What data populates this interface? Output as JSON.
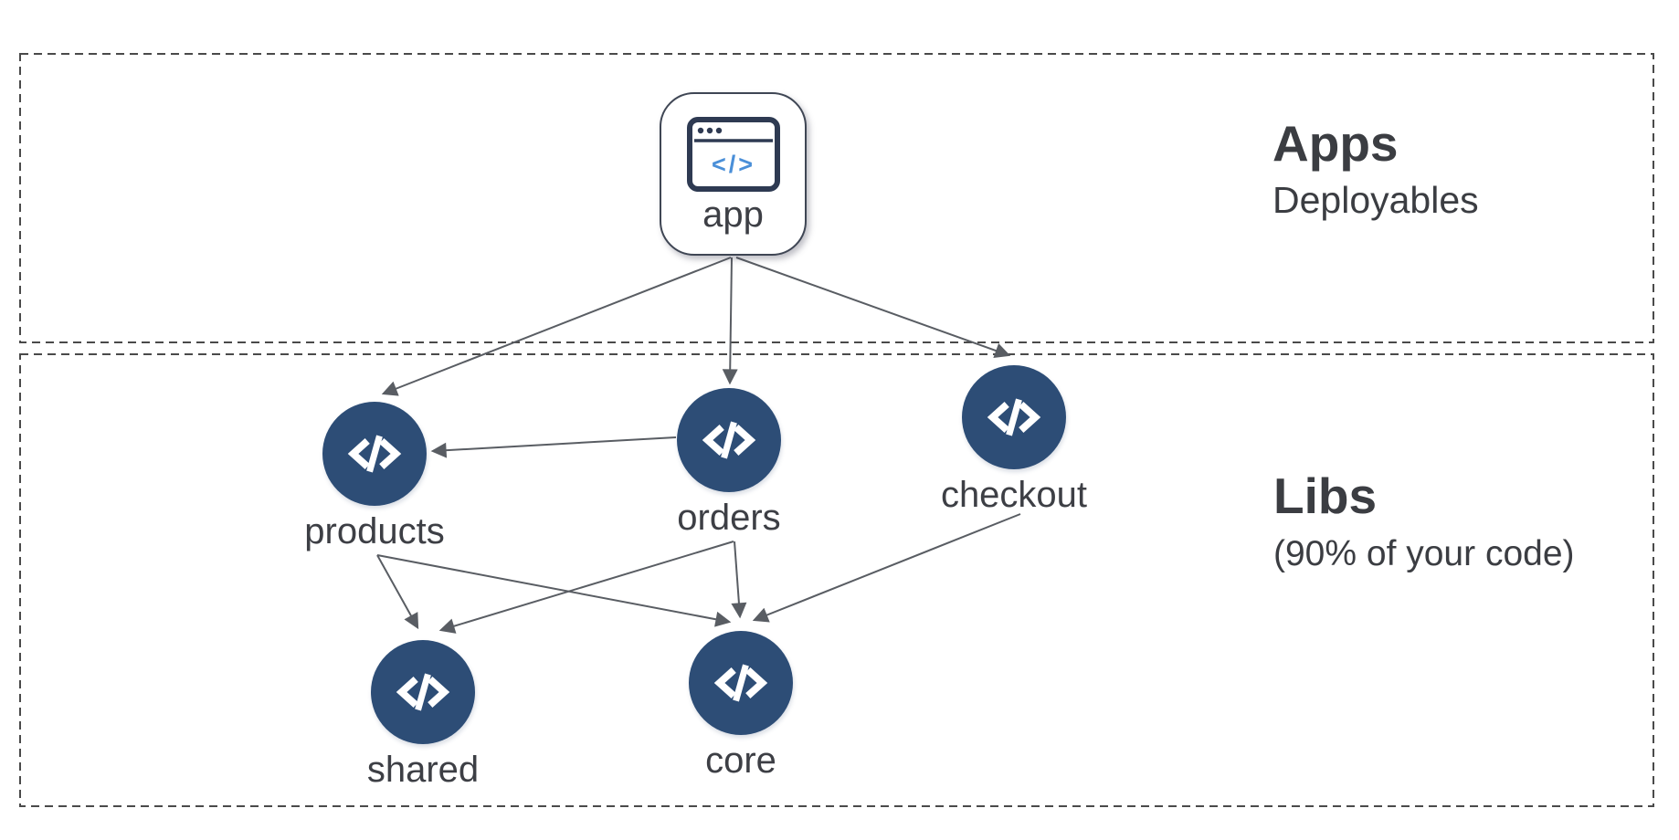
{
  "diagram": {
    "sections": {
      "apps": {
        "title": "Apps",
        "subtitle": "Deployables"
      },
      "libs": {
        "title": "Libs",
        "subtitle": "(90% of your code)"
      }
    },
    "app_node": {
      "label": "app",
      "icon": "browser-code-icon",
      "code_glyph": "</>"
    },
    "lib_nodes": [
      {
        "id": "products",
        "label": "products",
        "icon": "code-circle-icon"
      },
      {
        "id": "orders",
        "label": "orders",
        "icon": "code-circle-icon"
      },
      {
        "id": "checkout",
        "label": "checkout",
        "icon": "code-circle-icon"
      },
      {
        "id": "shared",
        "label": "shared",
        "icon": "code-circle-icon"
      },
      {
        "id": "core",
        "label": "core",
        "icon": "code-circle-icon"
      }
    ],
    "edges": [
      {
        "from": "app",
        "to": "products"
      },
      {
        "from": "app",
        "to": "orders"
      },
      {
        "from": "app",
        "to": "checkout"
      },
      {
        "from": "orders",
        "to": "products"
      },
      {
        "from": "products",
        "to": "shared"
      },
      {
        "from": "products",
        "to": "core"
      },
      {
        "from": "orders",
        "to": "shared"
      },
      {
        "from": "orders",
        "to": "core"
      },
      {
        "from": "checkout",
        "to": "core"
      }
    ],
    "colors": {
      "node_fill": "#2d4d76",
      "edge": "#595d63",
      "dashed_border": "#4a4a4a",
      "label_text": "#3d3f45",
      "accent_blue": "#4a8fd8",
      "app_icon_border": "#2e3a52"
    }
  }
}
